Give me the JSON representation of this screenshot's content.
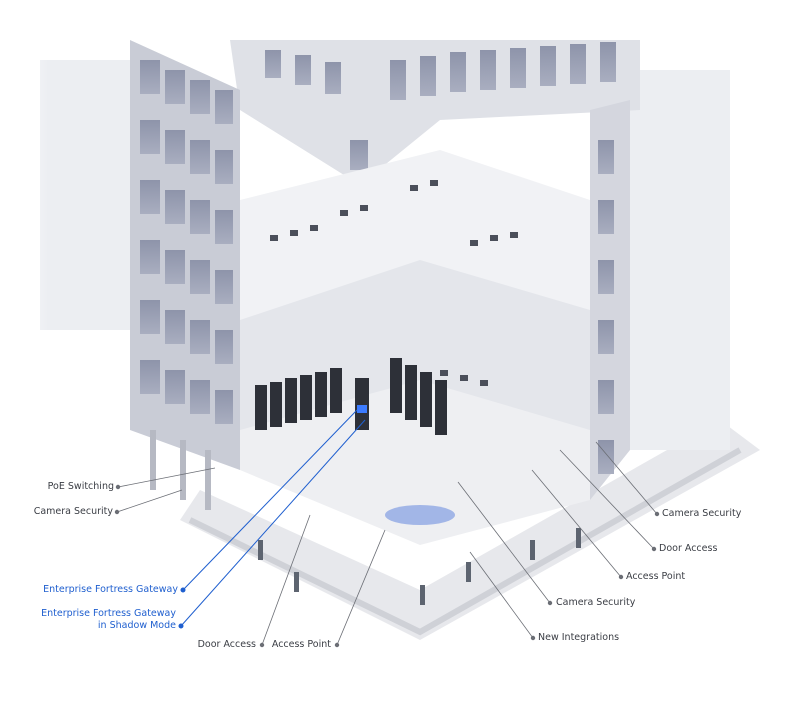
{
  "colors": {
    "accent": "#1f5fcf",
    "label": "#3a3d44",
    "leader": "#6b6e75"
  },
  "labels": {
    "poe_switching": "PoE Switching",
    "camera_security_left": "Camera Security",
    "gateway": "Enterprise Fortress Gateway",
    "gateway_shadow_line1": "Enterprise Fortress Gateway",
    "gateway_shadow_line2": "in Shadow Mode",
    "door_access_bottom": "Door Access",
    "access_point_bottom": "Access Point",
    "camera_security_bottom": "Camera Security",
    "new_integrations": "New Integrations",
    "access_point_right": "Access Point",
    "door_access_right": "Door Access",
    "camera_security_right": "Camera Security"
  }
}
